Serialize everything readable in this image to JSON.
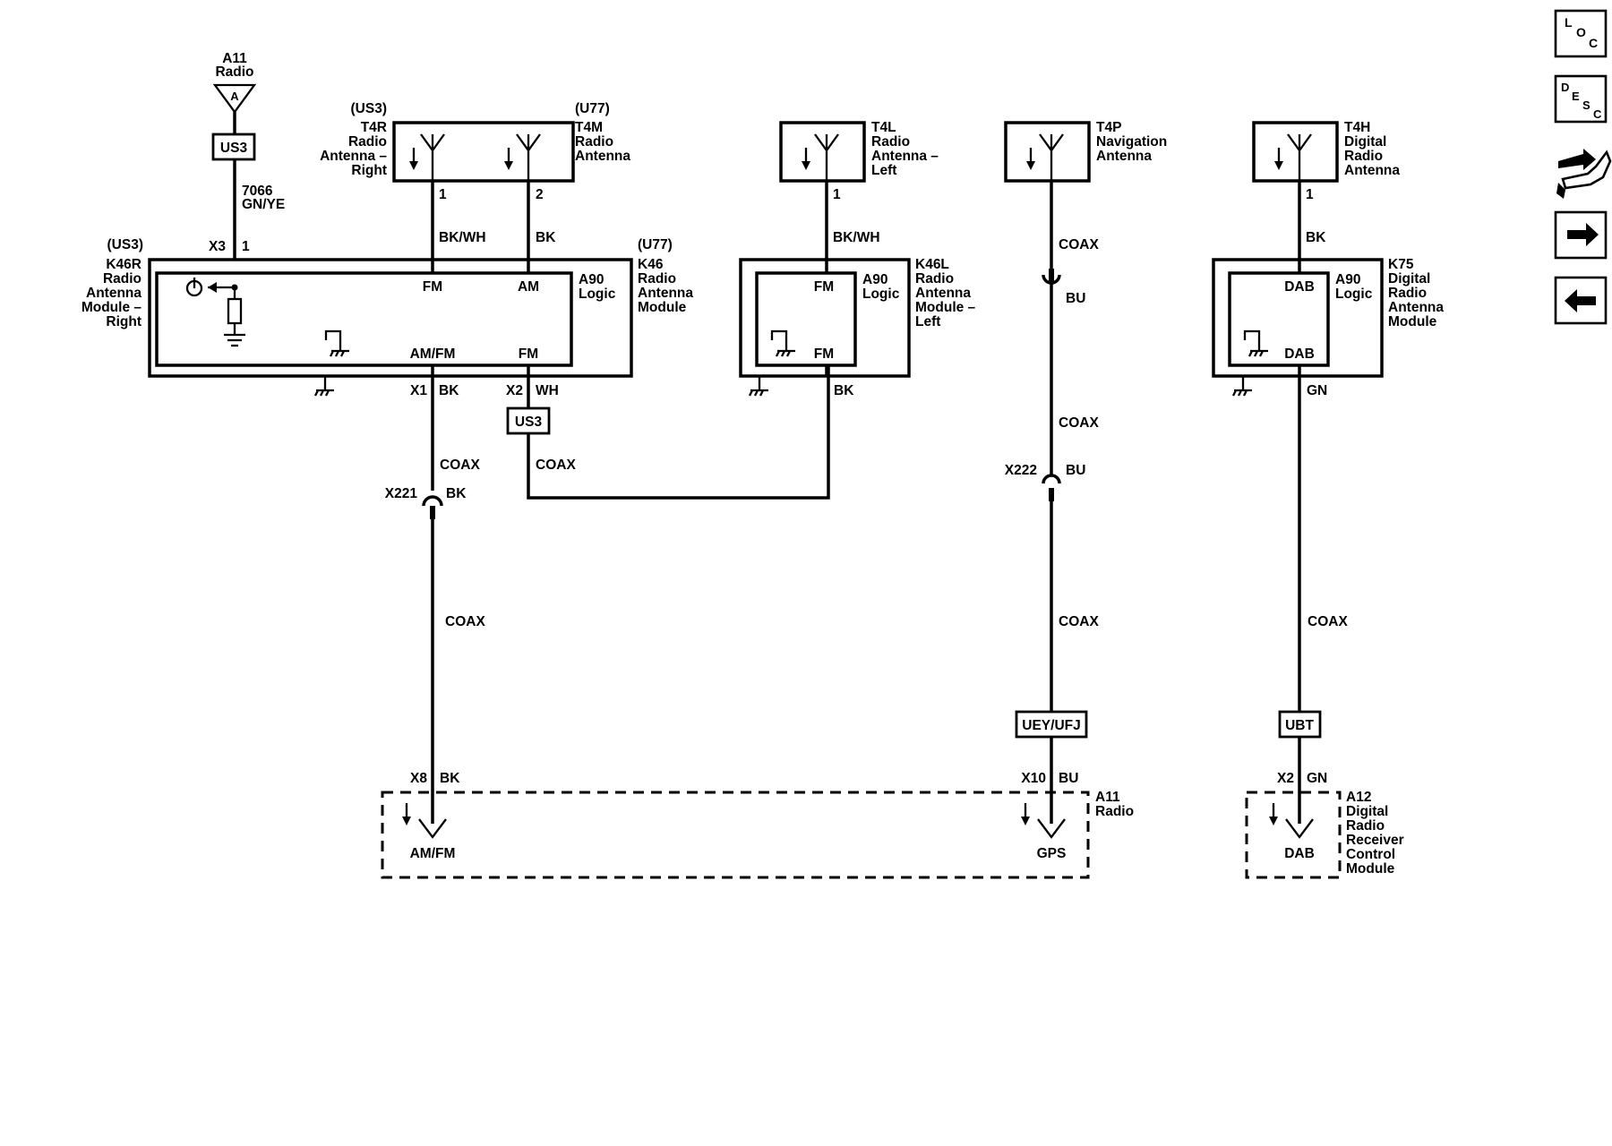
{
  "components": {
    "a11_top": {
      "id": "A11",
      "name": "Radio",
      "glyph": "A"
    },
    "us3_top": "US3",
    "wire_7066": {
      "circuit": "7066",
      "color": "GN/YE"
    },
    "k46r": {
      "option": "(US3)",
      "id": "K46R",
      "l1": "Radio",
      "l2": "Antenna",
      "l3": "Module –",
      "l4": "Right"
    },
    "k46r_pin": {
      "conn": "X3",
      "pin": "1"
    },
    "t4r": {
      "option": "(US3)",
      "id": "T4R",
      "l1": "Radio",
      "l2": "Antenna –",
      "l3": "Right",
      "pin": "1"
    },
    "t4m": {
      "option": "(U77)",
      "id": "T4M",
      "l1": "Radio",
      "l2": "Antenna",
      "pin": "2"
    },
    "t4l": {
      "id": "T4L",
      "l1": "Radio",
      "l2": "Antenna –",
      "l3": "Left",
      "pin": "1"
    },
    "t4p": {
      "id": "T4P",
      "l1": "Navigation",
      "l2": "Antenna"
    },
    "t4h": {
      "id": "T4H",
      "l1": "Digital",
      "l2": "Radio",
      "l3": "Antenna",
      "pin": "1"
    },
    "k46": {
      "option": "(U77)",
      "id": "K46",
      "l1": "Radio",
      "l2": "Antenna",
      "l3": "Module",
      "logic_id": "A90",
      "logic_name": "Logic",
      "fm": "FM",
      "am": "AM",
      "amfm": "AM/FM",
      "fm_out": "FM",
      "x1": "X1",
      "x1_color": "BK",
      "x2": "X2",
      "x2_color": "WH"
    },
    "k46l": {
      "id": "K46L",
      "l1": "Radio",
      "l2": "Antenna",
      "l3": "Module –",
      "l4": "Left",
      "logic_id": "A90",
      "logic_name": "Logic",
      "fm_in": "FM",
      "fm_out": "FM",
      "out_color": "BK"
    },
    "k75": {
      "id": "K75",
      "l1": "Digital",
      "l2": "Radio",
      "l3": "Antenna",
      "l4": "Module",
      "logic_id": "A90",
      "logic_name": "Logic",
      "dab_in": "DAB",
      "dab_out": "DAB",
      "out_color": "GN"
    },
    "a11_bottom": {
      "id": "A11",
      "name": "Radio",
      "amfm": "AM/FM",
      "gps": "GPS"
    },
    "a12": {
      "id": "A12",
      "l1": "Digital",
      "l2": "Radio",
      "l3": "Receiver",
      "l4": "Control",
      "l5": "Module",
      "dab": "DAB"
    }
  },
  "wires": {
    "t4r_color": "BK/WH",
    "t4m_color": "BK",
    "t4l_color": "BK/WH",
    "t4p_coax": "COAX",
    "t4h_color": "BK",
    "bu_1": "BU",
    "coax_mid_nav": "COAX",
    "x222": "X222",
    "x222_color": "BU",
    "coax_low_nav": "COAX",
    "us3_mid": "US3",
    "coax_k46_x1": "COAX",
    "coax_k46_x2": "COAX",
    "x221": "X221",
    "x221_color": "BK",
    "coax_long": "COAX",
    "coax_dab": "COAX",
    "opt_ueyufj": "UEY/UFJ",
    "opt_ubt": "UBT",
    "x8": "X8",
    "x8_color": "BK",
    "x10": "X10",
    "x10_color": "BU",
    "x2_a12": "X2",
    "x2_a12_color": "GN"
  },
  "nav": {
    "loc": {
      "l": "L",
      "o": "O",
      "c": "C"
    },
    "desc": {
      "d": "D",
      "e": "E",
      "s": "S",
      "c": "C"
    }
  }
}
